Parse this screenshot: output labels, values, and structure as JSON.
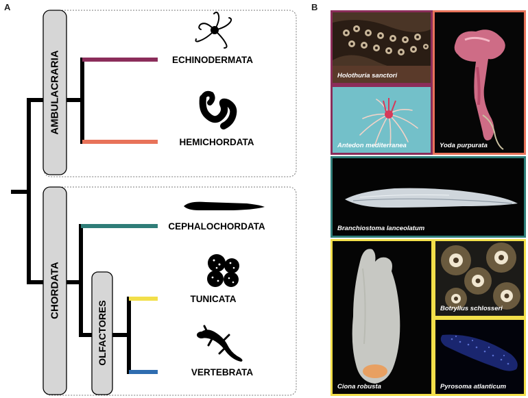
{
  "panel_a": {
    "letter": "A",
    "groups": {
      "ambulacraria": "AMBULACRARIA",
      "chordata": "CHORDATA",
      "olfactores": "OLFACTORES"
    },
    "taxa": [
      {
        "key": "echinodermata",
        "label": "ECHINODERMATA",
        "color": "#8b2d5a"
      },
      {
        "key": "hemichordata",
        "label": "HEMICHORDATA",
        "color": "#e8735a"
      },
      {
        "key": "cephalochordata",
        "label": "CEPHALOCHORDATA",
        "color": "#2f7d78"
      },
      {
        "key": "tunicata",
        "label": "TUNICATA",
        "color": "#f2df4a"
      },
      {
        "key": "vertebrata",
        "label": "VERTEBRATA",
        "color": "#2f6db0"
      }
    ],
    "icons": [
      "brittle-star-icon",
      "acorn-worm-icon",
      "lancelet-icon",
      "colonial-tunicate-icon",
      "salamander-icon"
    ]
  },
  "panel_b": {
    "letter": "B",
    "frame_colors": {
      "echinodermata": "#8b2d5a",
      "hemichordata": "#e8735a",
      "cephalochordata": "#2f7d78",
      "tunicata": "#f2df4a"
    },
    "photos": [
      {
        "key": "holothuria",
        "caption": "Holothuria sanctori"
      },
      {
        "key": "antedon",
        "caption": "Antedon mediterranea"
      },
      {
        "key": "yoda",
        "caption": "Yoda purpurata"
      },
      {
        "key": "branchiostoma",
        "caption": "Branchiostoma lanceolatum"
      },
      {
        "key": "ciona",
        "caption": "Ciona robusta"
      },
      {
        "key": "botryllus",
        "caption": "Botryllus schlosseri"
      },
      {
        "key": "pyrosoma",
        "caption": "Pyrosoma atlanticum"
      }
    ]
  }
}
